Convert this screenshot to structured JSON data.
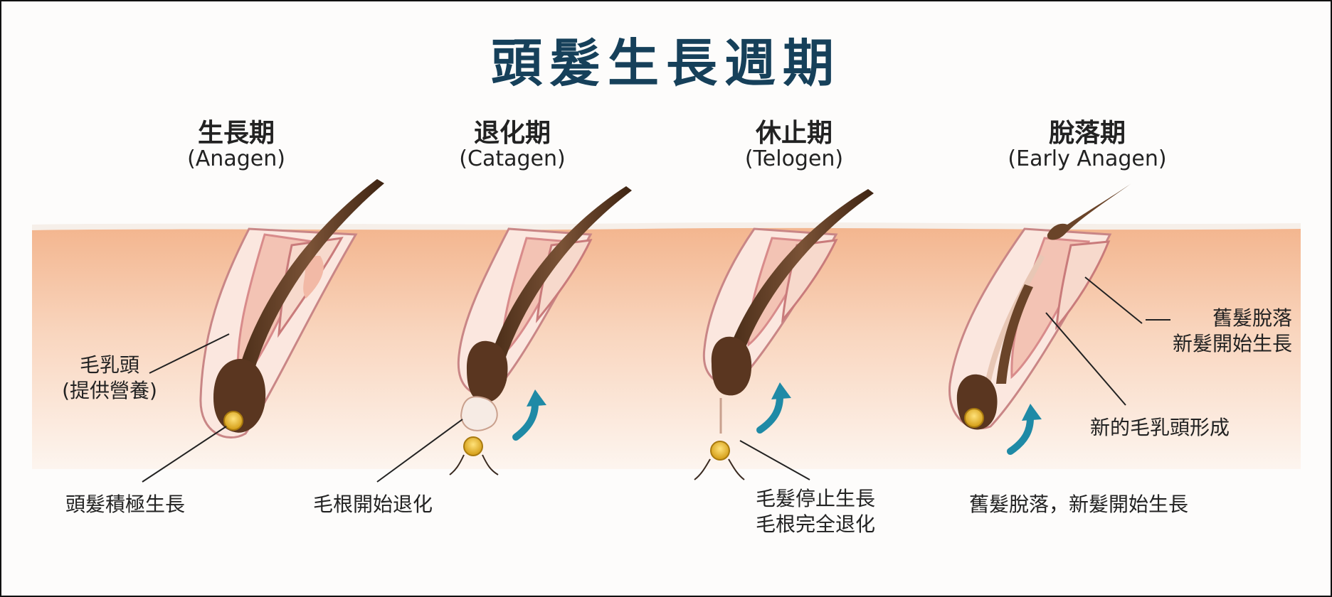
{
  "title": "頭髮生長週期",
  "stages": [
    {
      "name": "生長期",
      "en": "(Anagen)"
    },
    {
      "name": "退化期",
      "en": "(Catagen)"
    },
    {
      "name": "休止期",
      "en": "(Telogen)"
    },
    {
      "name": "脫落期",
      "en": "(Early Anagen)"
    }
  ],
  "labels": {
    "papilla_line1": "毛乳頭",
    "papilla_line2": "(提供營養)",
    "anagen_caption": "頭髮積極生長",
    "catagen_caption": "毛根開始退化",
    "telogen_caption_1": "毛髮停止生長",
    "telogen_caption_2": "毛根完全退化",
    "shed_line1": "舊髮脫落",
    "shed_line2": "新髮開始生長",
    "new_papilla": "新的毛乳頭形成",
    "early_anagen_caption": "舊髮脫落，新髮開始生長"
  },
  "colors": {
    "title": "#16405a",
    "skin_top": "#f3b58e",
    "skin_bottom": "#fdf3ec",
    "hair": "#5a3a22",
    "follicle": "#d98a8a",
    "papilla": "#e7b425",
    "arrow": "#1f8aa6"
  }
}
